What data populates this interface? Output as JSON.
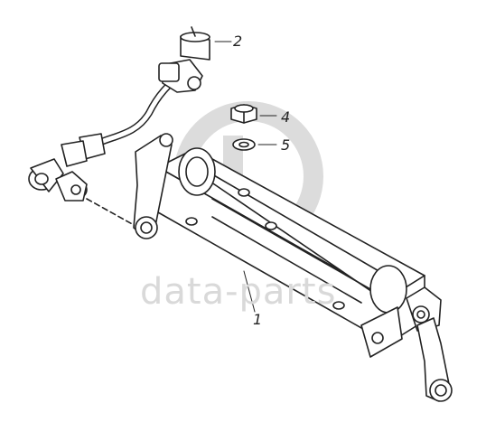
{
  "watermark": {
    "text": "data-parts",
    "color": "#d0d0d0"
  },
  "callouts": [
    {
      "id": "1",
      "label": "1"
    },
    {
      "id": "2",
      "label": "2"
    },
    {
      "id": "4",
      "label": "4"
    },
    {
      "id": "5",
      "label": "5"
    }
  ],
  "colors": {
    "line": "#222222",
    "fill": "#ffffff",
    "watermark": "#d6d6d6"
  }
}
